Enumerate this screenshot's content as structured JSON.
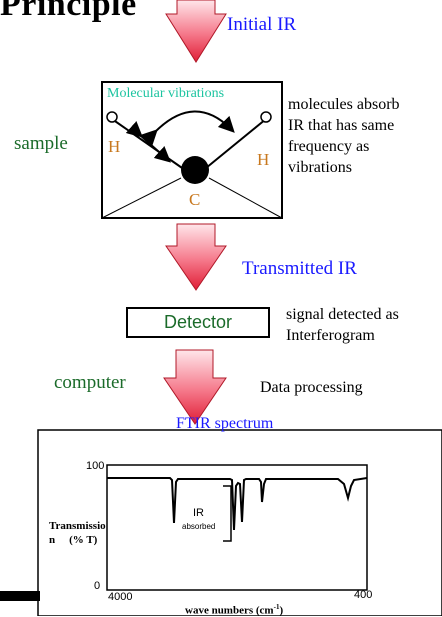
{
  "heading_fragment": "Principle",
  "labels": {
    "initial_ir": "Initial IR",
    "sample": "sample",
    "molecular_vibrations": "Molecular vibrations",
    "atom_h_left": "H",
    "atom_h_right": "H",
    "atom_c": "C",
    "absorb_note_lines": [
      "molecules absorb",
      "IR that has same",
      "frequency as",
      "vibrations"
    ],
    "transmitted_ir": "Transmitted IR",
    "detector": "Detector",
    "signal_note_lines": [
      "signal detected as",
      "Interferogram"
    ],
    "computer": "computer",
    "data_processing": "Data processing",
    "ftir_spectrum": "FTIR spectrum"
  },
  "spectrum": {
    "ylabel_lines": [
      "Transmissio",
      "n",
      "(% T)"
    ],
    "y_tick_top": "100",
    "y_tick_bottom": "0",
    "x_tick_left": "4000",
    "x_tick_right": "400",
    "xlabel": "wave numbers (cm",
    "xlabel_superscript": "-1",
    "xlabel_suffix": ")",
    "ir_absorbed_label": "IR",
    "ir_absorbed_sublabel": "absorbed"
  },
  "colors": {
    "arrow_fill_top": "#ffe0e6",
    "arrow_fill_bottom": "#e8283c",
    "blue_text": "#1a1aff",
    "green_text": "#1b6b2a",
    "orange_text": "#c8781e",
    "teal_text": "#1cc4a0"
  }
}
